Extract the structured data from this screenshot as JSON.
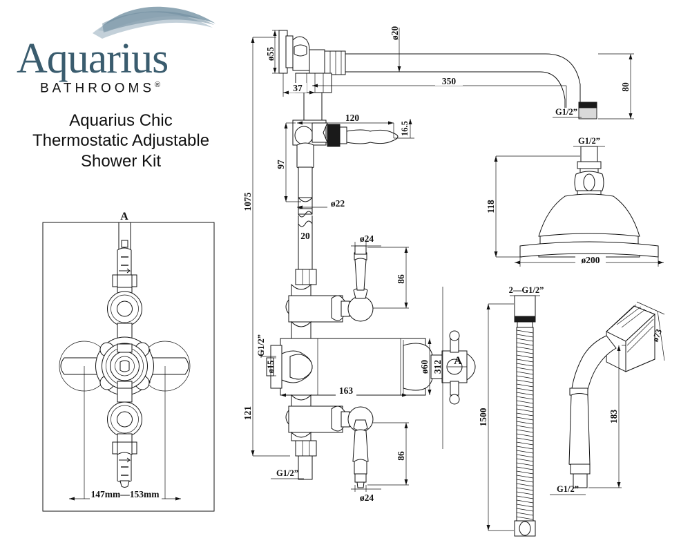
{
  "brand": {
    "name": "Aquarius",
    "sub": "BATHROOMS",
    "registered": "®",
    "wave_color": "#8fa7b5",
    "name_color": "#3a5c6e"
  },
  "product": {
    "title_line1": "Aquarius Chic",
    "title_line2": "Thermostatic Adjustable",
    "title_line3": "Shower Kit"
  },
  "front_view": {
    "section_mark": "A",
    "width_dim": "147mm—153mm"
  },
  "main_view": {
    "section_mark": "A",
    "dims": {
      "flange_dia": "ø55",
      "arm_dia": "ø20",
      "arm_length": "350",
      "arm_drop": "80",
      "wall_offset": "37",
      "diverter_handle": "120",
      "handle_offset": "16.5",
      "total_height": "1075",
      "upper_height": "97",
      "riser_dia_22": "ø22",
      "riser_width_20": "20",
      "handle_dia_24_top": "ø24",
      "handle_height_86_top": "86",
      "inlet_dia_15": "ø15",
      "valve_dia_60": "ø60",
      "valve_center_312": "312",
      "valve_width_163": "163",
      "lower_height_121": "121",
      "handle_height_86_bottom": "86",
      "handle_dia_24_bottom": "ø24",
      "thread_arm": "G1/2”",
      "thread_inlet": "G1/2”",
      "thread_outlet": "G1/2”"
    }
  },
  "shower_head": {
    "thread": "G1/2”",
    "height": "118",
    "diameter": "ø200"
  },
  "hose": {
    "thread": "2—G1/2”",
    "length": "1500"
  },
  "handset": {
    "head_dia": "ø73",
    "length": "183",
    "thread": "G1/2”"
  }
}
